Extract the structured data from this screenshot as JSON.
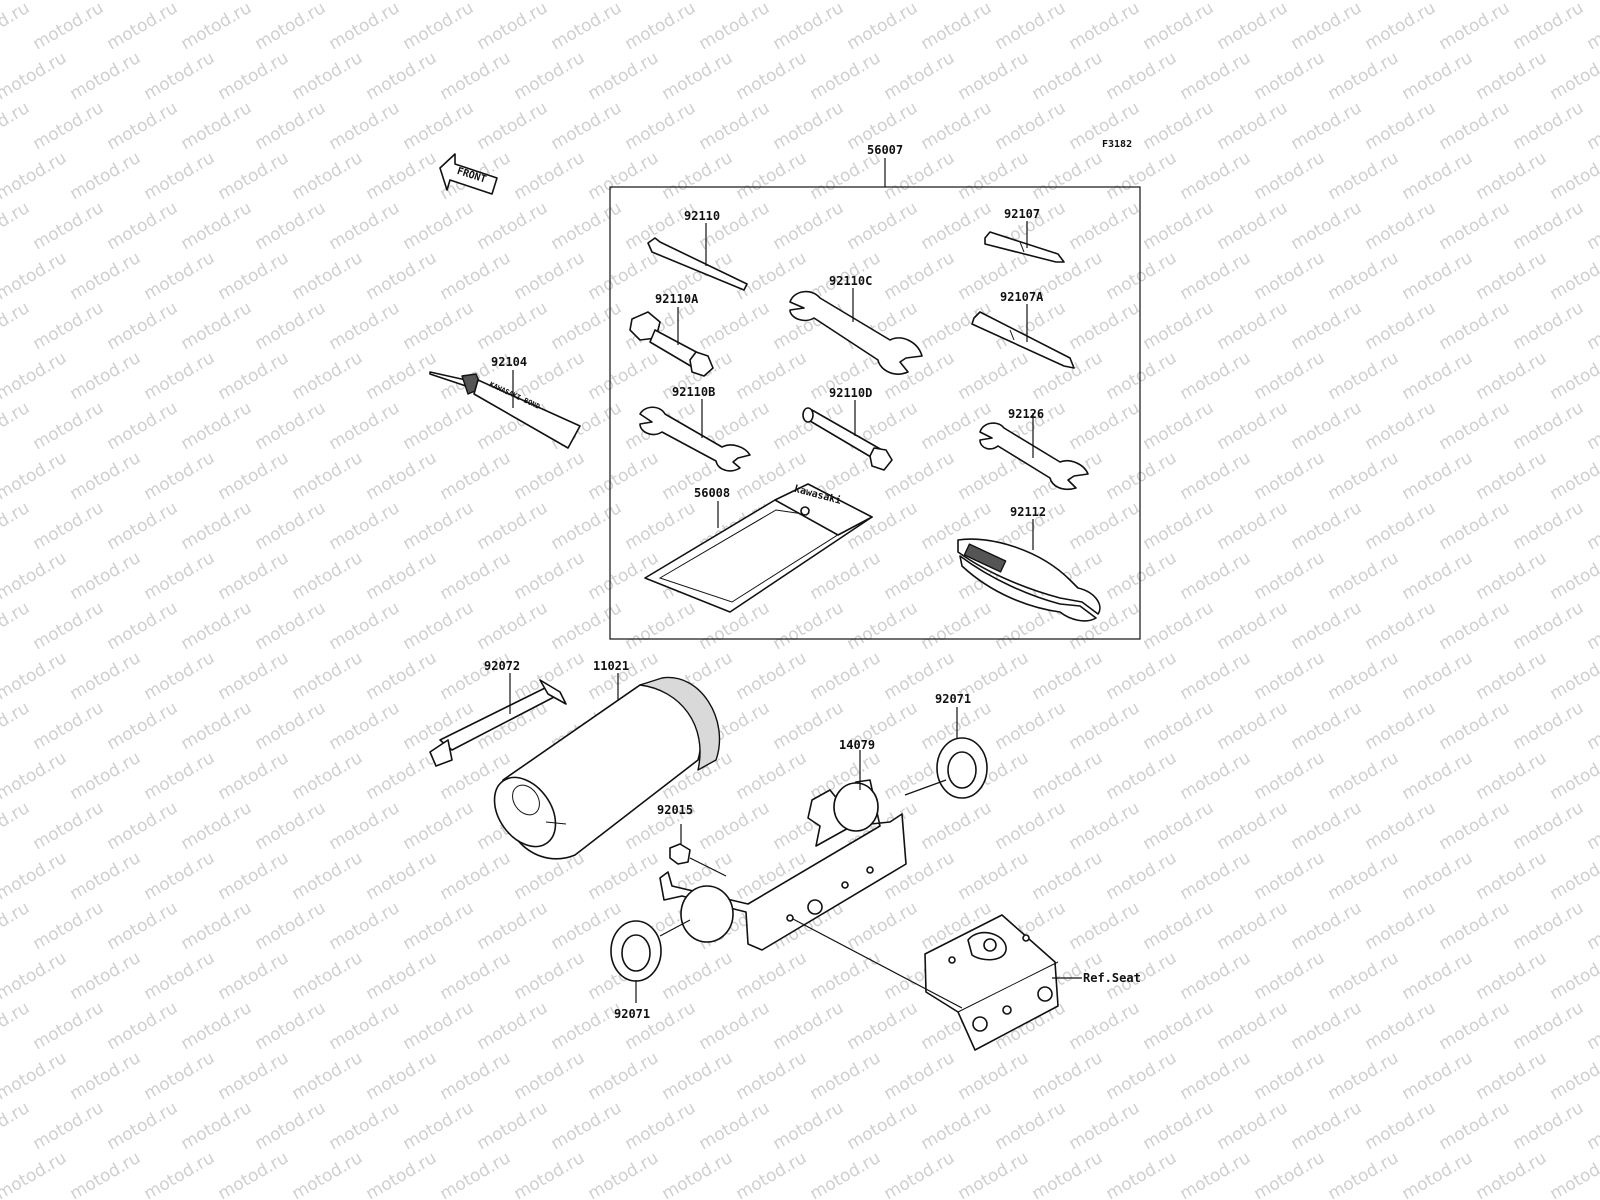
{
  "watermark": {
    "text": "motod.ru"
  },
  "figure_code": "F3182",
  "front_arrow_label": "FRONT",
  "tube_text": "KAWASAKI BOND",
  "bag_text": "kawasaki",
  "kit": {
    "label": "56007"
  },
  "parts": {
    "p92110": "92110",
    "p92110A": "92110A",
    "p92110B": "92110B",
    "p92110C": "92110C",
    "p92110D": "92110D",
    "p92107": "92107",
    "p92107A": "92107A",
    "p92126": "92126",
    "p92112": "92112",
    "p56008": "56008",
    "p92104": "92104",
    "p92072": "92072",
    "p11021": "11021",
    "p14079": "14079",
    "p92071_top": "92071",
    "p92071_bottom": "92071",
    "p92015": "92015",
    "ref_seat": "Ref.Seat"
  }
}
